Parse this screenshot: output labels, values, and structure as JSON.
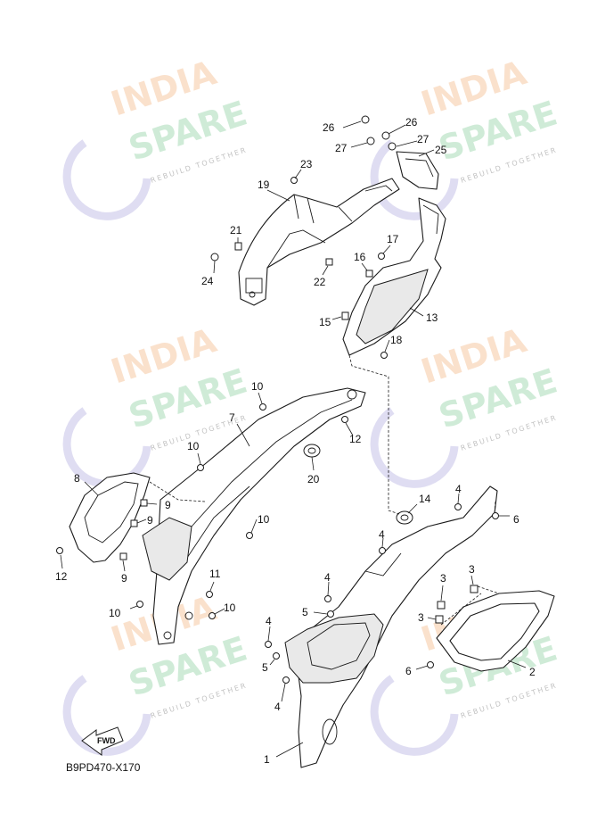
{
  "watermark": {
    "title": "INDIA",
    "subtitle": "SPARE",
    "tagline": "REBUILD TOGETHER",
    "colors": {
      "title": "#f6c9a4",
      "subtitle": "#a9dcb8",
      "icon": "#c9c7ea"
    }
  },
  "diagram": {
    "code": "B9PD470-X170",
    "fwd_label": "FWD",
    "callouts": [
      {
        "id": "c1",
        "text": "1"
      },
      {
        "id": "c2",
        "text": "2"
      },
      {
        "id": "c3a",
        "text": "3"
      },
      {
        "id": "c3b",
        "text": "3"
      },
      {
        "id": "c3c",
        "text": "3"
      },
      {
        "id": "c4a",
        "text": "4"
      },
      {
        "id": "c4b",
        "text": "4"
      },
      {
        "id": "c4c",
        "text": "4"
      },
      {
        "id": "c4d",
        "text": "4"
      },
      {
        "id": "c4e",
        "text": "4"
      },
      {
        "id": "c5a",
        "text": "5"
      },
      {
        "id": "c5b",
        "text": "5"
      },
      {
        "id": "c6a",
        "text": "6"
      },
      {
        "id": "c6b",
        "text": "6"
      },
      {
        "id": "c7",
        "text": "7"
      },
      {
        "id": "c8",
        "text": "8"
      },
      {
        "id": "c9a",
        "text": "9"
      },
      {
        "id": "c9b",
        "text": "9"
      },
      {
        "id": "c9c",
        "text": "9"
      },
      {
        "id": "c10a",
        "text": "10"
      },
      {
        "id": "c10b",
        "text": "10"
      },
      {
        "id": "c10c",
        "text": "10"
      },
      {
        "id": "c10d",
        "text": "10"
      },
      {
        "id": "c10e",
        "text": "10"
      },
      {
        "id": "c11",
        "text": "11"
      },
      {
        "id": "c12a",
        "text": "12"
      },
      {
        "id": "c12b",
        "text": "12"
      },
      {
        "id": "c13",
        "text": "13"
      },
      {
        "id": "c14",
        "text": "14"
      },
      {
        "id": "c15",
        "text": "15"
      },
      {
        "id": "c16",
        "text": "16"
      },
      {
        "id": "c17",
        "text": "17"
      },
      {
        "id": "c18",
        "text": "18"
      },
      {
        "id": "c19",
        "text": "19"
      },
      {
        "id": "c20",
        "text": "20"
      },
      {
        "id": "c21",
        "text": "21"
      },
      {
        "id": "c22",
        "text": "22"
      },
      {
        "id": "c23",
        "text": "23"
      },
      {
        "id": "c24",
        "text": "24"
      },
      {
        "id": "c25",
        "text": "25"
      },
      {
        "id": "c26a",
        "text": "26"
      },
      {
        "id": "c26b",
        "text": "26"
      },
      {
        "id": "c27a",
        "text": "27"
      },
      {
        "id": "c27b",
        "text": "27"
      }
    ]
  }
}
